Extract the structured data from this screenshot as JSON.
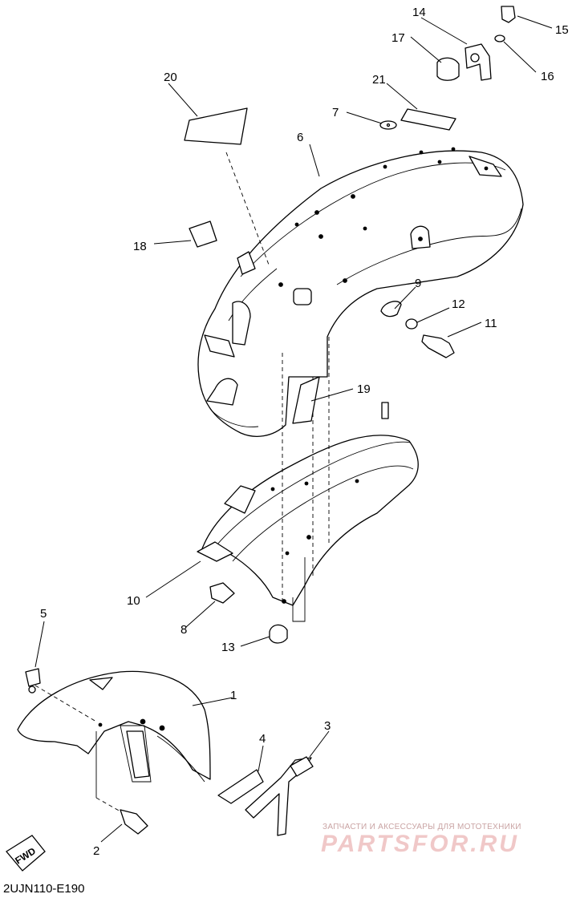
{
  "diagram": {
    "code": "2UJN110-E190",
    "fwd_label": "FWD",
    "callouts": [
      {
        "id": "c1",
        "label": "1"
      },
      {
        "id": "c2",
        "label": "2"
      },
      {
        "id": "c3",
        "label": "3"
      },
      {
        "id": "c4",
        "label": "4"
      },
      {
        "id": "c5",
        "label": "5"
      },
      {
        "id": "c6",
        "label": "6"
      },
      {
        "id": "c7",
        "label": "7"
      },
      {
        "id": "c8",
        "label": "8"
      },
      {
        "id": "c9",
        "label": "9"
      },
      {
        "id": "c10",
        "label": "10"
      },
      {
        "id": "c11",
        "label": "11"
      },
      {
        "id": "c12",
        "label": "12"
      },
      {
        "id": "c13",
        "label": "13"
      },
      {
        "id": "c14",
        "label": "14"
      },
      {
        "id": "c15",
        "label": "15"
      },
      {
        "id": "c16",
        "label": "16"
      },
      {
        "id": "c17",
        "label": "17"
      },
      {
        "id": "c18",
        "label": "18"
      },
      {
        "id": "c19",
        "label": "19"
      },
      {
        "id": "c20",
        "label": "20"
      },
      {
        "id": "c21",
        "label": "21"
      }
    ]
  },
  "watermark": {
    "caption": "ЗАПЧАСТИ И АКСЕССУАРЫ ДЛЯ МОТОТЕХНИКИ",
    "logo": "PARTSFOR.RU"
  }
}
